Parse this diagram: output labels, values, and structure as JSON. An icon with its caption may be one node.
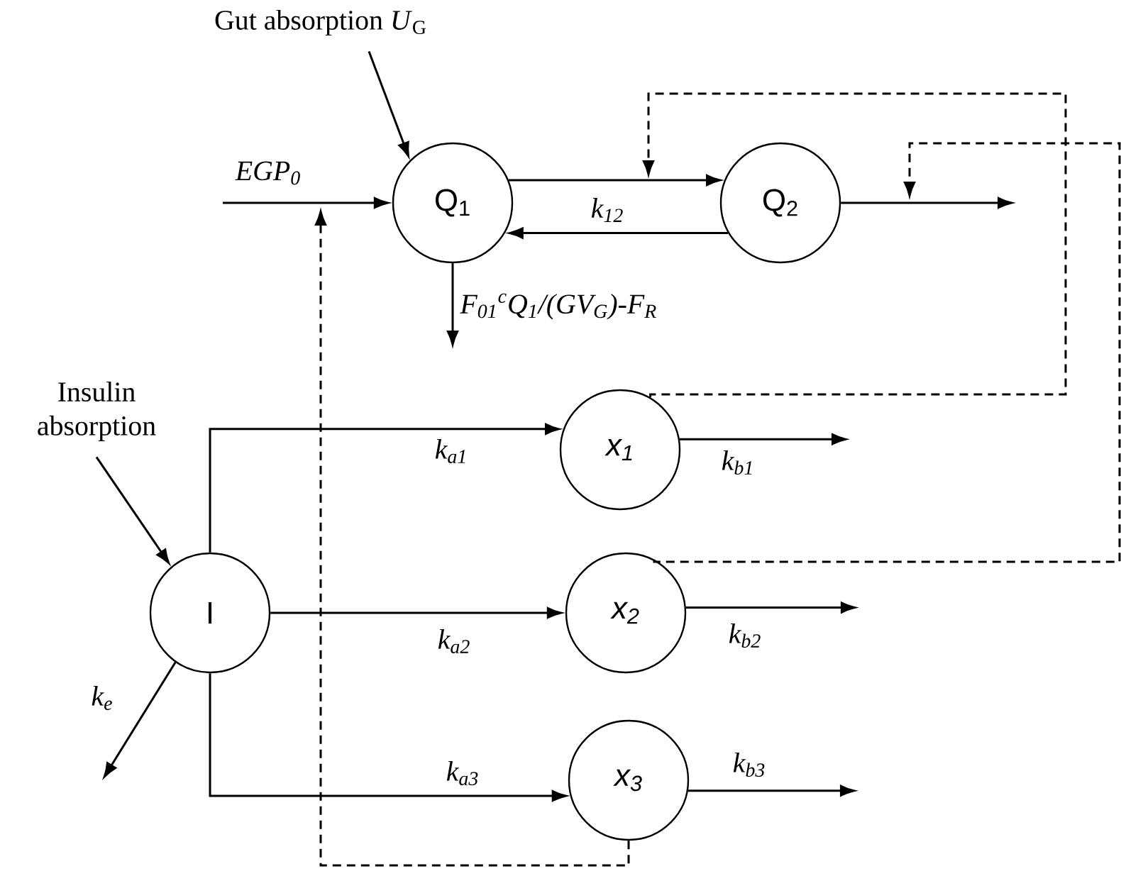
{
  "diagram": {
    "nodes": [
      {
        "text": [
          "Q$_{1}$"
        ]
      },
      {
        "text": [
          "Q$_{2}$"
        ]
      },
      {
        "text": [
          "I"
        ]
      },
      {
        "text": [
          "x$_{1}$"
        ]
      },
      {
        "text": [
          "x$_{2}$"
        ]
      },
      {
        "text": [
          "x$_{3}$"
        ]
      },
      {
        "text": [
          "Gut absorption *U*$_{G}$"
        ]
      },
      {
        "text": [
          "Insulin absorption"
        ]
      }
    ],
    "edges": [
      {
        "from": null,
        "to": 0,
        "arrow": "to",
        "label": "EGP$_{0}$"
      },
      {
        "from": 6,
        "to": 0,
        "arrow": "to"
      },
      {
        "from": 0,
        "to": 1,
        "arrow": "to",
        "label": "k$_{12}$"
      },
      {
        "from": 1,
        "to": 0,
        "arrow": "to"
      },
      {
        "from": 0,
        "to": null,
        "arrow": "to",
        "label": "F$_{01}$$^{c}$Q$_{1}$/(GV$_{G}$)-F$_{R}$"
      },
      {
        "from": 1,
        "to": null,
        "arrow": "to"
      },
      {
        "from": 7,
        "to": 2,
        "arrow": "to"
      },
      {
        "from": 2,
        "to": 3,
        "arrow": "to",
        "label": "k$_{a1}$"
      },
      {
        "from": 2,
        "to": 4,
        "arrow": "to",
        "label": "k$_{a2}$"
      },
      {
        "from": 2,
        "to": 5,
        "arrow": "to",
        "label": "k$_{a3}$"
      },
      {
        "from": 2,
        "to": null,
        "arrow": "to",
        "label": "k$_{e}$"
      },
      {
        "from": 3,
        "to": null,
        "arrow": "to",
        "label": "k$_{b1}$"
      },
      {
        "from": 4,
        "to": null,
        "arrow": "to",
        "label": "k$_{b2}$"
      },
      {
        "from": 5,
        "to": null,
        "arrow": "to",
        "label": "k$_{b3}$"
      },
      {
        "from": 3,
        "to": null,
        "arrow": "to",
        "style": "dashed"
      },
      {
        "from": 4,
        "to": null,
        "arrow": "to",
        "style": "dashed"
      },
      {
        "from": 5,
        "to": null,
        "arrow": "to",
        "style": "dashed"
      }
    ]
  }
}
